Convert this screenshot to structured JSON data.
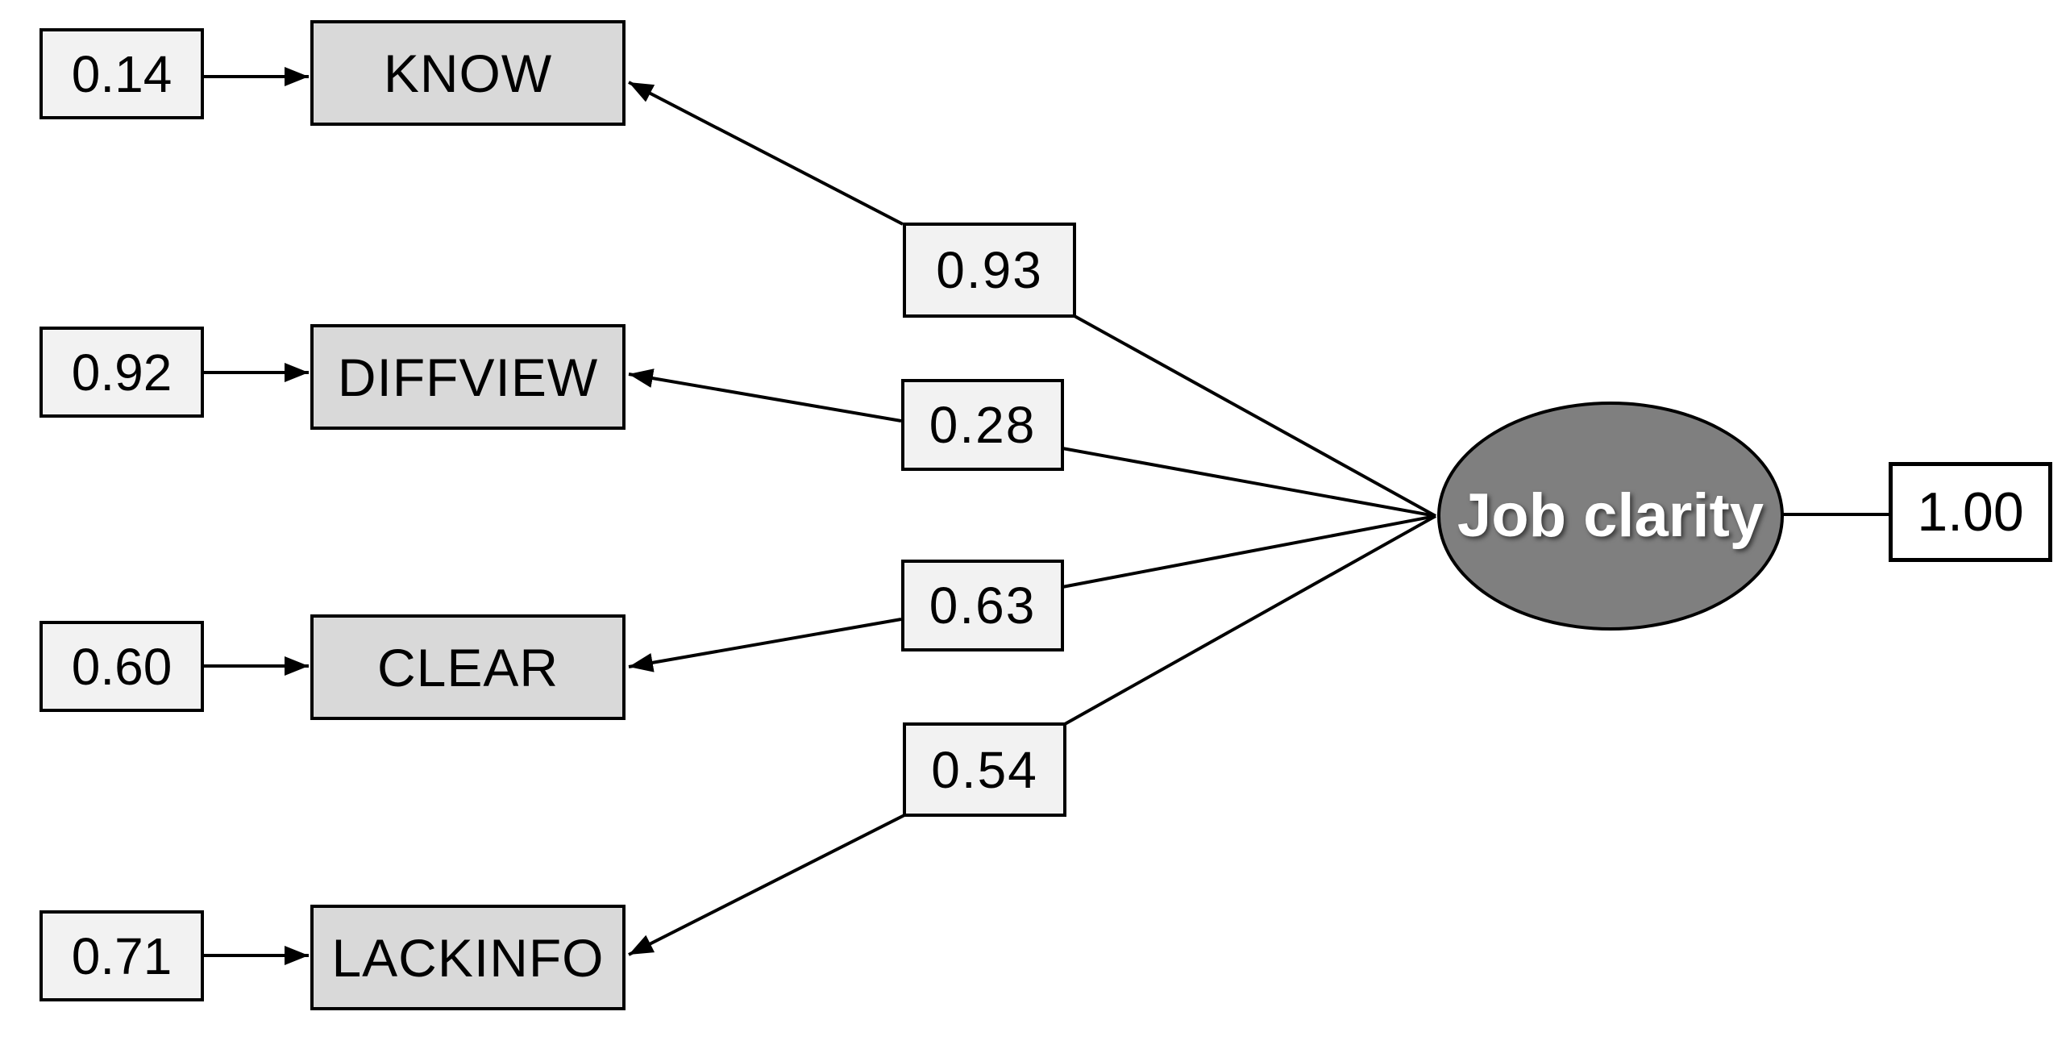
{
  "diagram": {
    "kind": "sem-path-diagram",
    "latent": {
      "label": "Job clarity",
      "variance": "1.00"
    },
    "indicators": [
      {
        "name": "KNOW",
        "loading": "0.93",
        "error_variance": "0.14"
      },
      {
        "name": "DIFFVIEW",
        "loading": "0.28",
        "error_variance": "0.92"
      },
      {
        "name": "CLEAR",
        "loading": "0.63",
        "error_variance": "0.60"
      },
      {
        "name": "LACKINFO",
        "loading": "0.54",
        "error_variance": "0.71"
      }
    ],
    "colors": {
      "background": "#ffffff",
      "line": "#000000",
      "indicator_fill": "#d9d9d9",
      "weight_fill": "#f2f2f2",
      "variance_fill": "#f2f2f2",
      "latent_fill": "#7f7f7f",
      "latent_text": "#ffffff",
      "latent_variance_fill": "#ffffff",
      "text": "#000000"
    }
  }
}
